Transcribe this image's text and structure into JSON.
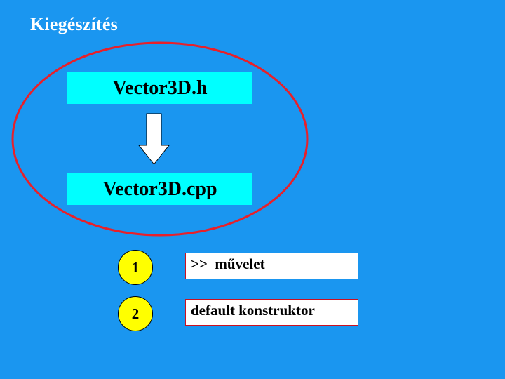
{
  "slide": {
    "title": "Kiegészítés",
    "background_color": "#1a96f0"
  },
  "diagram": {
    "source_file": "Vector3D.h",
    "target_file": "Vector3D.cpp",
    "arrow": "down-arrow",
    "highlight_color": "#e8202a",
    "file_box_color": "#00ffff"
  },
  "steps": [
    {
      "number": "1",
      "label": ">>  művelet"
    },
    {
      "number": "2",
      "label": "default konstruktor"
    }
  ],
  "step_colors": {
    "circle": "#ffff00",
    "box_border": "#cc1020"
  }
}
